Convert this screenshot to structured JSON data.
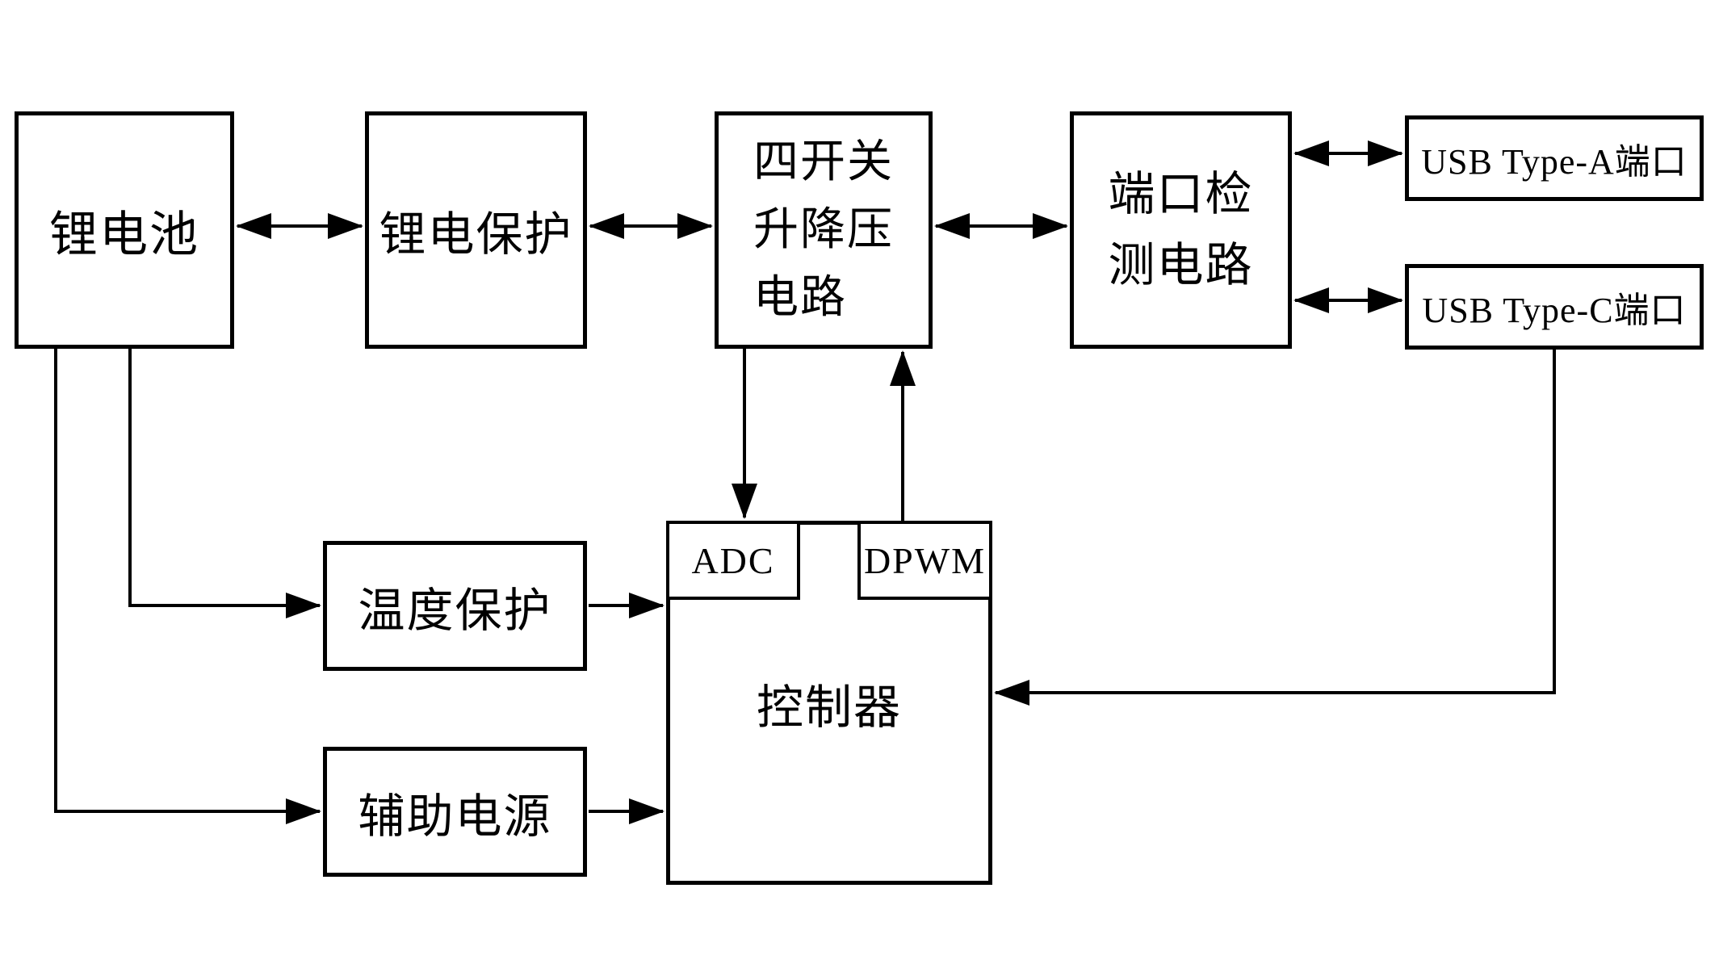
{
  "diagram": {
    "background_color": "#ffffff",
    "line_color": "#000000",
    "blocks": {
      "battery": "锂电池",
      "battery_protection": "锂电保护",
      "buck_boost": "四开关\n升降压\n电路",
      "port_detection": "端口检\n测电路",
      "usb_type_a": "USB Type-A端口",
      "usb_type_c": "USB Type-C端口",
      "temperature_protection": "温度保护",
      "auxiliary_power": "辅助电源",
      "controller": "控制器",
      "adc": "ADC",
      "dpwm": "DPWM"
    },
    "connections": [
      {
        "from": "battery",
        "to": "battery_protection",
        "type": "bidirectional"
      },
      {
        "from": "battery_protection",
        "to": "buck_boost",
        "type": "bidirectional"
      },
      {
        "from": "buck_boost",
        "to": "port_detection",
        "type": "bidirectional"
      },
      {
        "from": "port_detection",
        "to": "usb_type_a",
        "type": "bidirectional"
      },
      {
        "from": "port_detection",
        "to": "usb_type_c",
        "type": "bidirectional"
      },
      {
        "from": "buck_boost",
        "to": "adc",
        "type": "directed"
      },
      {
        "from": "dpwm",
        "to": "buck_boost",
        "type": "directed"
      },
      {
        "from": "battery",
        "to": "temperature_protection",
        "type": "directed"
      },
      {
        "from": "temperature_protection",
        "to": "controller",
        "type": "directed"
      },
      {
        "from": "battery",
        "to": "auxiliary_power",
        "type": "directed"
      },
      {
        "from": "auxiliary_power",
        "to": "controller",
        "type": "directed"
      },
      {
        "from": "usb_type_c",
        "to": "controller",
        "type": "directed"
      }
    ]
  }
}
